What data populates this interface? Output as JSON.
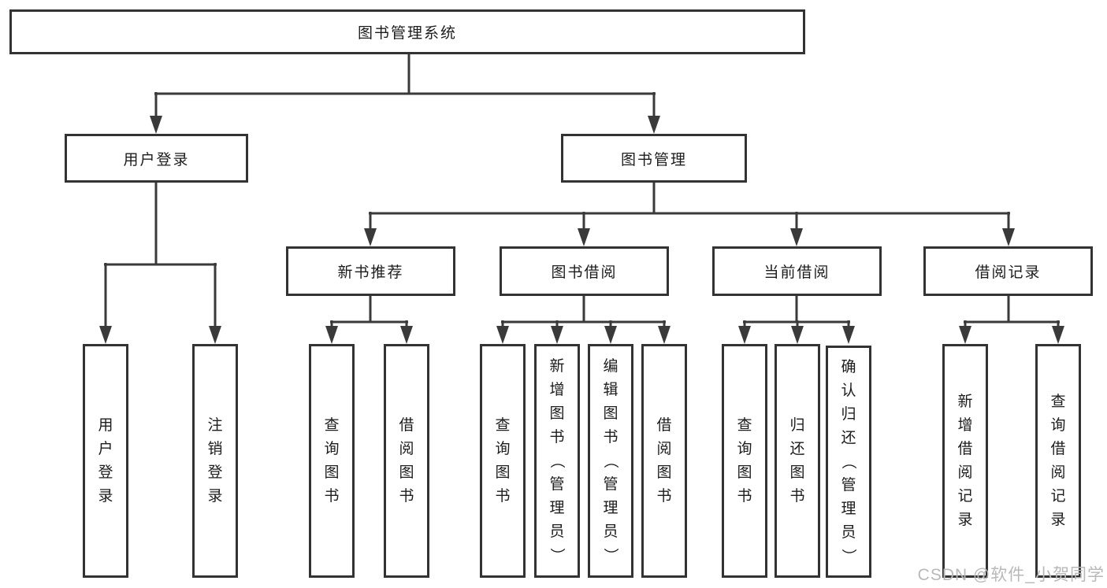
{
  "tree": {
    "label": "图书管理系统",
    "children": [
      {
        "label": "用户登录",
        "children": [
          {
            "label": "用户登录"
          },
          {
            "label": "注销登录"
          }
        ]
      },
      {
        "label": "图书管理",
        "children": [
          {
            "label": "新书推荐",
            "children": [
              {
                "label": "查询图书"
              },
              {
                "label": "借阅图书"
              }
            ]
          },
          {
            "label": "图书借阅",
            "children": [
              {
                "label": "查询图书"
              },
              {
                "label": "新增图书（管理员）"
              },
              {
                "label": "编辑图书（管理员）"
              },
              {
                "label": "借阅图书"
              }
            ]
          },
          {
            "label": "当前借阅",
            "children": [
              {
                "label": "查询图书"
              },
              {
                "label": "归还图书"
              },
              {
                "label": "确认归还（管理员）"
              }
            ]
          },
          {
            "label": "借阅记录",
            "children": [
              {
                "label": "新增借阅记录"
              },
              {
                "label": "查询借阅记录"
              }
            ]
          }
        ]
      }
    ]
  },
  "watermark": {
    "text": "CSDN @软件_小贺同学"
  },
  "colors": {
    "line": "#3a3a3a",
    "box_border": "#333333",
    "text": "#1c1c1c",
    "watermark": "#b8b8b8",
    "background": "#ffffff"
  }
}
